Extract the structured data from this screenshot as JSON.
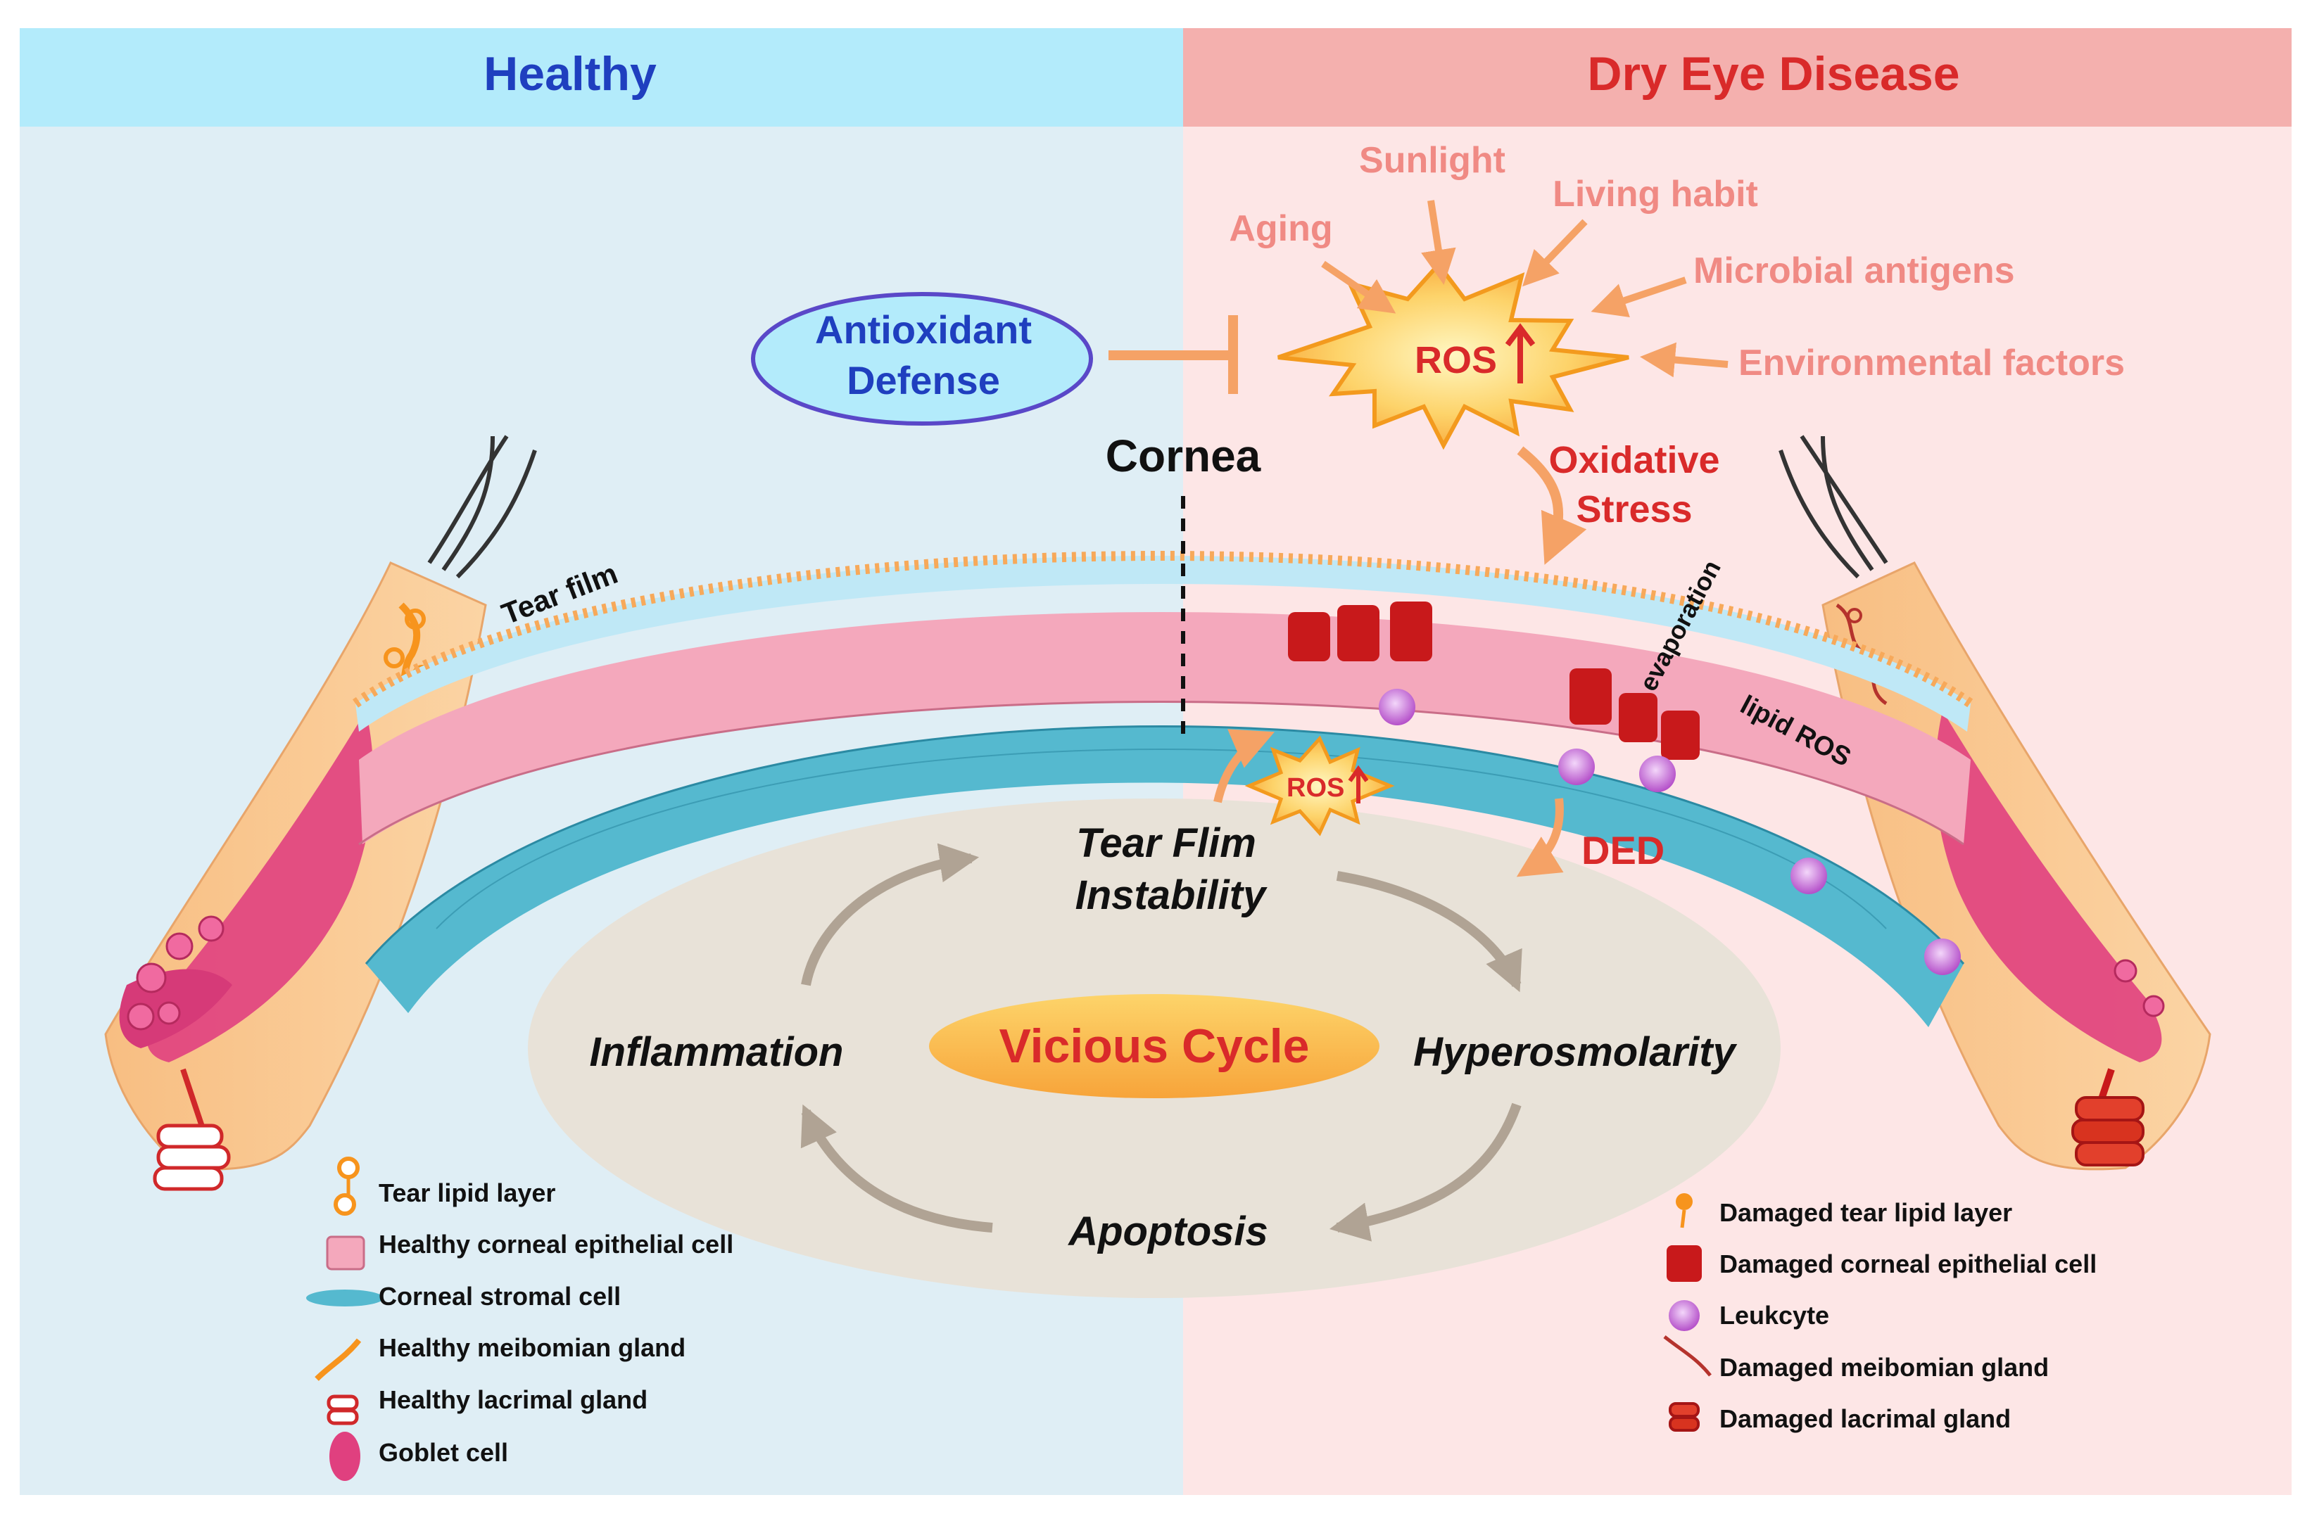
{
  "headers": {
    "left": "Healthy",
    "right": "Dry Eye Disease"
  },
  "colors": {
    "healthy_bg": "#dfeef5",
    "healthy_header": "#b3ebfb",
    "disease_bg": "#fde6e6",
    "disease_header": "#f4b0ae",
    "healthy_text": "#1f3fbf",
    "disease_text": "#d92a2a",
    "factor_text": "#f08a84",
    "arrow_orange": "#f5a266",
    "cycle_arrow": "#b0a394",
    "ellipse": "#e8e2d8",
    "epithelial": "#f4a8bc",
    "stroma": "#55b9cf",
    "lid": "#f9c68c",
    "goblet": "#e0407f",
    "damaged_cell": "#c8191b",
    "leukocyte": "#b44fc9"
  },
  "antioxidant": {
    "line1": "Antioxidant",
    "line2": "Defense"
  },
  "ros": {
    "main": "ROS",
    "small": "ROS"
  },
  "factors": {
    "sunlight": "Sunlight",
    "living": "Living habit",
    "aging": "Aging",
    "microbial": "Microbial antigens",
    "environmental": "Environmental factors"
  },
  "oxidative": {
    "line1": "Oxidative",
    "line2": "Stress"
  },
  "labels": {
    "cornea": "Cornea",
    "tear_film": "Tear film",
    "evaporation": "evaporation",
    "lipid_ros": "lipid ROS",
    "ded": "DED"
  },
  "cycle": {
    "center": "Vicious Cycle",
    "top1": "Tear Flim",
    "top2": "Instability",
    "right": "Hyperosmolarity",
    "bottom": "Apoptosis",
    "left": "Inflammation"
  },
  "legend_left": [
    "Tear lipid layer",
    "Healthy corneal epithelial cell",
    "Corneal stromal cell",
    "Healthy meibomian gland",
    "Healthy lacrimal gland",
    "Goblet cell"
  ],
  "legend_right": [
    "Damaged tear lipid layer",
    "Damaged corneal epithelial cell",
    "Leukcyte",
    "Damaged meibomian gland",
    "Damaged lacrimal gland"
  ]
}
